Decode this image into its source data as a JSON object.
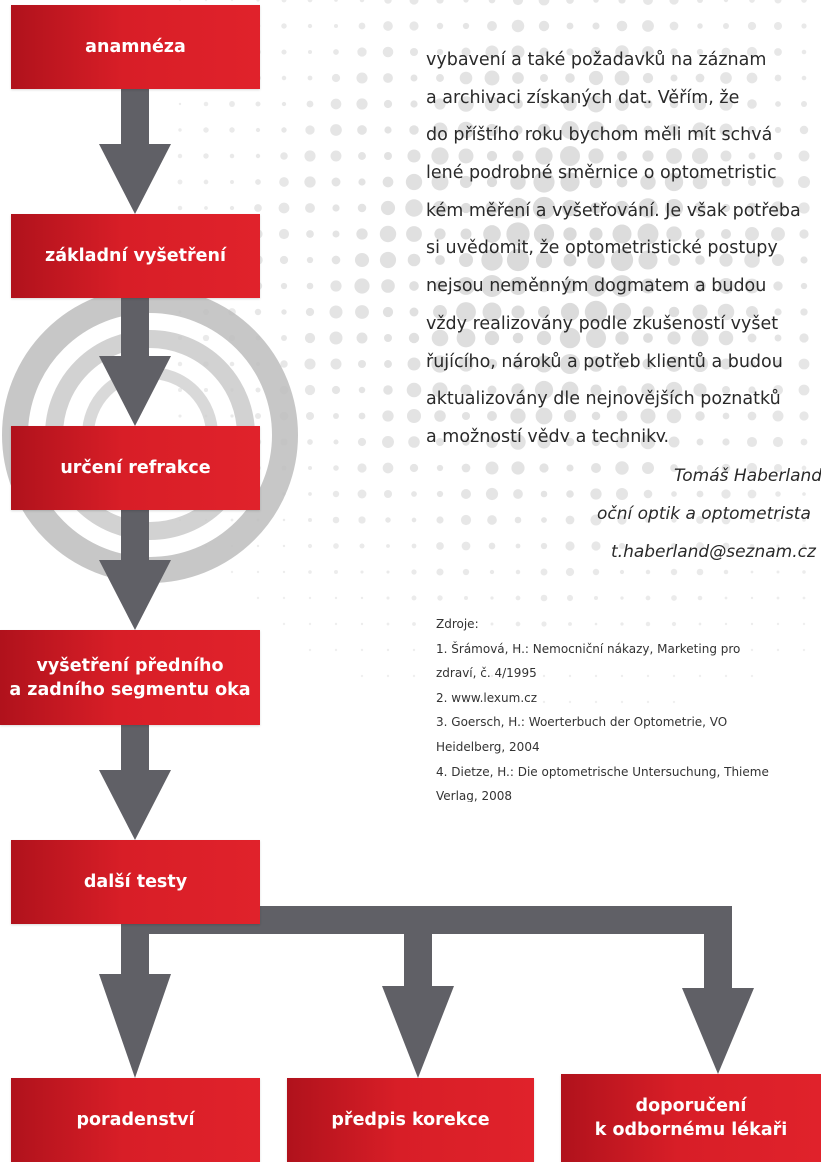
{
  "palette": {
    "accent_red": "#d81e27",
    "arrow_gray": "#606066",
    "pattern_gray": "#d6d6d6",
    "text": "#2a2a2a"
  },
  "flowchart": {
    "steps": [
      {
        "lines": [
          "anamnéza"
        ]
      },
      {
        "lines": [
          "základní vyšetření"
        ]
      },
      {
        "lines": [
          "určení refrakce"
        ]
      },
      {
        "lines": [
          "vyšetření předního",
          "a zadního segmentu oka"
        ]
      },
      {
        "lines": [
          "další testy"
        ]
      }
    ],
    "outcomes": [
      {
        "lines": [
          "poradenství"
        ]
      },
      {
        "lines": [
          "předpis korekce"
        ]
      },
      {
        "lines": [
          "doporučení",
          "k odbornému lékaři"
        ]
      }
    ]
  },
  "article": {
    "lines": [
      "vybavení a také požadavků na záznam",
      "a archivaci získaných dat. Věřím, že",
      "do příštího roku bychom měli mít schvá",
      "lené podrobné směrnice o optometristic",
      "kém měření a vyšetřování. Je však potřeba",
      "si uvědomit, že optometristické postupy",
      "nejsou neměnným dogmatem a budou",
      "vždy realizovány podle zkušeností vyšet",
      "řujícího, nároků a potřeb klientů a budou",
      "aktualizovány dle nejnovějších poznatků",
      "a možností vědy a techniky."
    ],
    "signature": {
      "name": "Tomáš Haberland",
      "role": "oční optik a optometrista",
      "email": "t.haberland@seznam.cz"
    },
    "sources": {
      "heading": "Zdroje:",
      "lines": [
        "1. Šrámová, H.: Nemocniční nákazy, Marketing pro",
        "zdraví, č. 4/1995",
        "2. www.lexum.cz",
        "3. Goersch, H.: Woerterbuch der Optometrie, VO",
        "Heidelberg, 2004",
        "4. Dietze, H.: Die optometrische Untersuchung, Thieme",
        "Verlag, 2008"
      ]
    }
  }
}
